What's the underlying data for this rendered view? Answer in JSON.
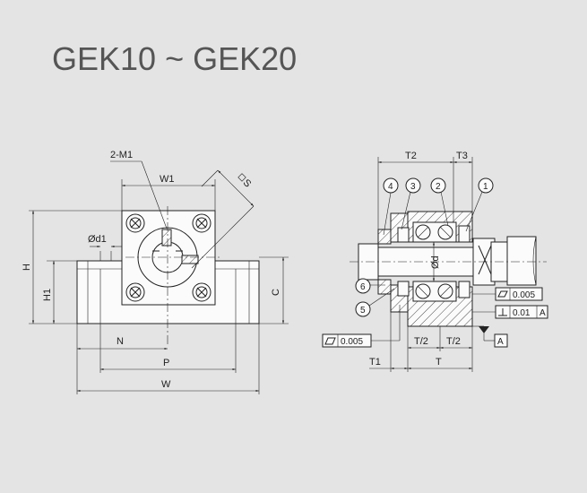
{
  "title": "GEK10 ~ GEK20",
  "front_view": {
    "labels": {
      "thread": "2-M1",
      "w1": "W1",
      "s": "S",
      "d1": "Ød1",
      "h": "H",
      "h1": "H1",
      "c": "C",
      "n": "N",
      "p": "P",
      "w": "W"
    }
  },
  "section_view": {
    "labels": {
      "t2": "T2",
      "t3": "T3",
      "d": "Ød",
      "t_half_1": "T/2",
      "t_half_2": "T/2",
      "t1": "T1",
      "t": "T"
    },
    "balloons": [
      "1",
      "2",
      "3",
      "4",
      "5",
      "6"
    ],
    "tolerances": {
      "flatness_right": "0.005",
      "perpendicularity": "0.01",
      "perpendicularity_datum": "A",
      "flatness_left": "0.005",
      "datum": "A"
    }
  }
}
